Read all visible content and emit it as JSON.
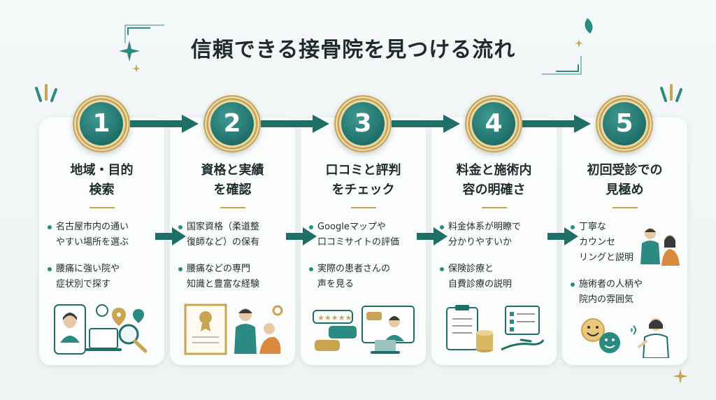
{
  "title": "信頼できる接骨院を見つける流れ",
  "colors": {
    "teal": "#1f6f69",
    "gold": "#c9a553",
    "accent": "#2b8a82"
  },
  "steps": [
    {
      "number": "1",
      "title_lines": [
        "地域・目的",
        "検索"
      ],
      "bullets": [
        [
          "名古屋市内の通い",
          "やすい場所を選ぶ"
        ],
        [
          "腰痛に強い院や",
          "症状別で探す"
        ]
      ],
      "illustration": "person-with-phone-map-search-icon"
    },
    {
      "number": "2",
      "title_lines": [
        "資格と実績",
        "を確認"
      ],
      "bullets": [
        [
          "国家資格（柔道整",
          "復師など）の保有"
        ],
        [
          "腰痛などの専門",
          "知識と豊富な経験"
        ]
      ],
      "illustration": "certificate-and-practitioner-icon"
    },
    {
      "number": "3",
      "title_lines": [
        "口コミと評判",
        "をチェック"
      ],
      "bullets": [
        [
          "Googleマップや",
          "口コミサイトの評価"
        ],
        [
          "実際の患者さんの",
          "声を見る"
        ]
      ],
      "illustration": "review-chat-laptop-icon"
    },
    {
      "number": "4",
      "title_lines": [
        "料金と施術内",
        "容の明確さ"
      ],
      "bullets": [
        [
          "料金体系が明瞭で",
          "分かりやすいか"
        ],
        [
          "保険診療と",
          "自費診療の説明"
        ]
      ],
      "illustration": "clipboard-coins-hand-icon"
    },
    {
      "number": "5",
      "title_lines": [
        "初回受診での",
        "見極め"
      ],
      "bullets": [
        [
          "丁寧な",
          "カウンセ",
          "リングと説明"
        ],
        [
          "施術者の人柄や",
          "院内の雰囲気"
        ]
      ],
      "illustration": "smiley-faces-practitioner-icon"
    }
  ]
}
